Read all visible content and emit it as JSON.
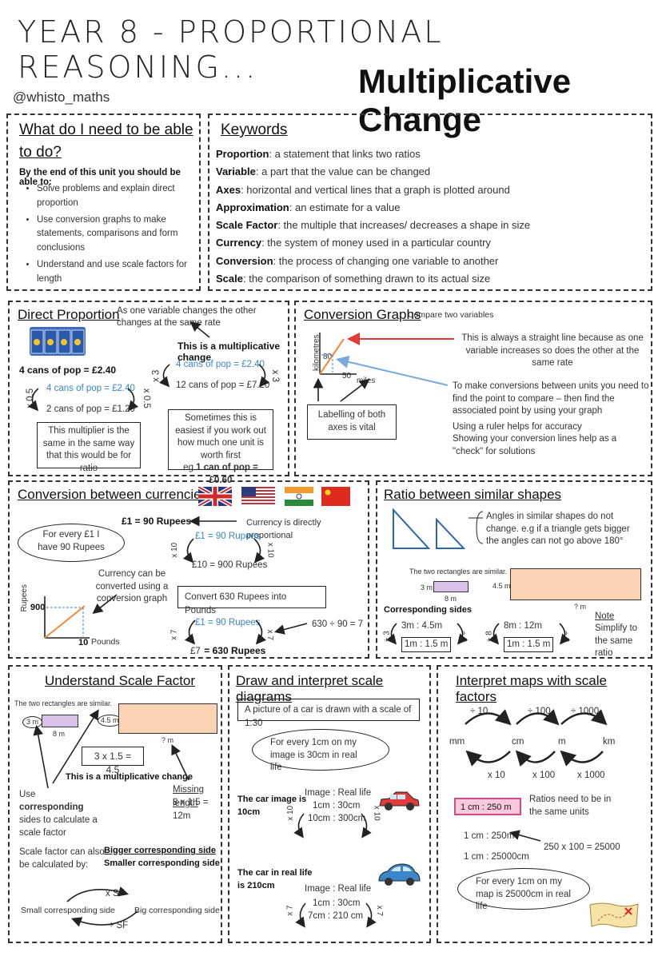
{
  "header": {
    "title": "YEAR 8 - PROPORTIONAL REASONING...",
    "subtitle": "Multiplicative Change",
    "handle": "@whisto_maths"
  },
  "goals": {
    "heading_line1": "What do I need to be able",
    "heading_line2": "to do?",
    "intro": "By the end of this unit you should be able to:",
    "items": [
      "Solve problems and explain direct proportion",
      "Use conversion graphs to make statements, comparisons and form conclusions",
      "Understand and use scale factors for length"
    ]
  },
  "keywords": {
    "heading": "Keywords",
    "items": [
      {
        "term": "Proportion",
        "def": ": a statement that links two ratios"
      },
      {
        "term": "Variable",
        "def": ": a part that the value can be changed"
      },
      {
        "term": "Axes",
        "def": ": horizontal and vertical lines that a graph is plotted around"
      },
      {
        "term": "Approximation",
        "def": ": an estimate for a value"
      },
      {
        "term": "Scale Factor",
        "def": ": the multiple that increases/ decreases a shape in size"
      },
      {
        "term": "Currency",
        "def": ": the system of money used in a particular country"
      },
      {
        "term": "Conversion",
        "def": ": the process of changing one variable to another"
      },
      {
        "term": "Scale",
        "def": ": the comparison of something drawn to its actual size"
      }
    ]
  },
  "direct": {
    "heading": "Direct Proportion",
    "note": "As one variable changes the other changes at the same rate",
    "mult_change": "This is a multiplicative change",
    "four_cans": "4 cans of pop = £2.40",
    "left_top": "4 cans of pop = £2.40",
    "left_bottom": "2 cans of pop = £1.20",
    "left_op": "x 0.5",
    "right_top": "4 cans of pop = £2.40",
    "right_bottom": "12 cans of pop = £7.20",
    "right_op": "x 3",
    "box1": "This multiplier is the same in the same way that this would be for ratio",
    "box2": "Sometimes this is easiest if you work out how much one unit is worth first",
    "box2_eg": "eg",
    "box2_bold": "1 can of pop = £0.60"
  },
  "graphs": {
    "heading": "Conversion Graphs",
    "sub": "Compare two variables",
    "y_label": "kilometres",
    "x_label": "miles",
    "y_val": "80",
    "x_val": "50",
    "straight": "This is always a straight line because as one variable increases so does the other at the same rate",
    "labelling": "Labelling of both axes is vital",
    "method": "To make conversions between units you need to find the point to compare – then find the associated point by using your graph",
    "ruler": "Using a ruler helps for accuracy",
    "check": "Showing your conversion lines help as a \"check\" for solutions"
  },
  "currencies": {
    "heading": "Conversion between currencies",
    "rate": "£1 = 90 Rupees",
    "directly": "Currency is directly proportional",
    "bubble": "For every £1 I have 90 Rupees",
    "eq1_top": "£1 = 90 Rupees",
    "eq1_bottom": "£10 = 900 Rupees",
    "eq1_op": "x 10",
    "graph_note": "Currency can be converted using a conversion graph",
    "y_label": "Rupees",
    "y_val": "900",
    "x_val": "10",
    "x_label": "Pounds",
    "question": "Convert 630 Rupees into Pounds",
    "eq2_top": "£1 = 90 Rupees",
    "eq2_bottom_a": "£7",
    "eq2_bottom_b": "= 630 Rupees",
    "eq2_op": "x 7",
    "calc": "630 ÷ 90 = 7"
  },
  "ratio_shapes": {
    "heading": "Ratio between similar shapes",
    "angles": "Angles in similar shapes do not change. e.g if a triangle gets bigger the angles can not go above 180°",
    "similar": "The two rectangles are similar.",
    "small_w": "8 m",
    "small_h": "3 m",
    "big_h": "4.5 m",
    "big_w": "? m",
    "corr": "Corresponding sides",
    "r1_top": "3m : 4.5m",
    "r1_bottom": "1m : 1.5 m",
    "r1_op": "÷ 3",
    "r2_top": "8m : 12m",
    "r2_bottom": "1m : 1.5 m",
    "r2_op": "÷ 8",
    "note_h": "Note",
    "note": "Simplify to the same ratio"
  },
  "scale_factor": {
    "heading": "Understand Scale Factor",
    "similar": "The two rectangles are similar.",
    "small_h": "3 m",
    "small_w": "8 m",
    "big_h": "4.5 m",
    "big_w": "? m",
    "calc": "3 x 1.5 = 4.5",
    "mult": "This is a multiplicative change",
    "use_pre": "Use ",
    "use_bold": "corresponding",
    "use_post": " sides to calculate a scale factor",
    "missing_h": "Missing length",
    "missing": "8 x 1.5 = 12m",
    "also": "Scale factor can also be calculated by:",
    "frac_top": "Bigger corresponding side",
    "frac_bottom": "Smaller corresponding side",
    "sf_top": "x SF",
    "sf_bottom": "÷ SF",
    "small_side": "Small corresponding side",
    "big_side": "Big corresponding side"
  },
  "diagrams": {
    "heading": "Draw and interpret scale diagrams",
    "box": "A picture of a car is drawn with a scale of 1:30",
    "bubble": "For every 1cm on my image is 30cm in real life",
    "car1_a": "The car image is",
    "car1_b": "10cm",
    "t1_head": "Image : Real life",
    "t1_r1": "1cm : 30cm",
    "t1_r2": "10cm : 300cm",
    "t1_op": "x 10",
    "car2_a": "The car in real life",
    "car2_b": "is 210cm",
    "t2_head": "Image : Real life",
    "t2_r1": "1cm : 30cm",
    "t2_r2": "7cm : 210 cm",
    "t2_op": "x 7"
  },
  "maps": {
    "heading": "Interpret maps with scale factors",
    "units": [
      "mm",
      "cm",
      "m",
      "km"
    ],
    "div": [
      "÷ 10",
      "÷ 100",
      "÷ 1000"
    ],
    "mul": [
      "x 10",
      "x 100",
      "x 1000"
    ],
    "ratio_box": "1 cm : 250 m",
    "same_units": "Ratios need to be in the same units",
    "r1": "1 cm : 250m",
    "r2": "1 cm : 25000cm",
    "calc": "250 x 100 = 25000",
    "bubble": "For every 1cm on my map is 25000cm in real life"
  },
  "colors": {
    "blue": "#3a86c8",
    "red": "#e03a3a",
    "pink": "#f8c8dc",
    "peach": "#fbd3b4",
    "lilac": "#d9c2e8",
    "orange": "#f08a3c"
  }
}
